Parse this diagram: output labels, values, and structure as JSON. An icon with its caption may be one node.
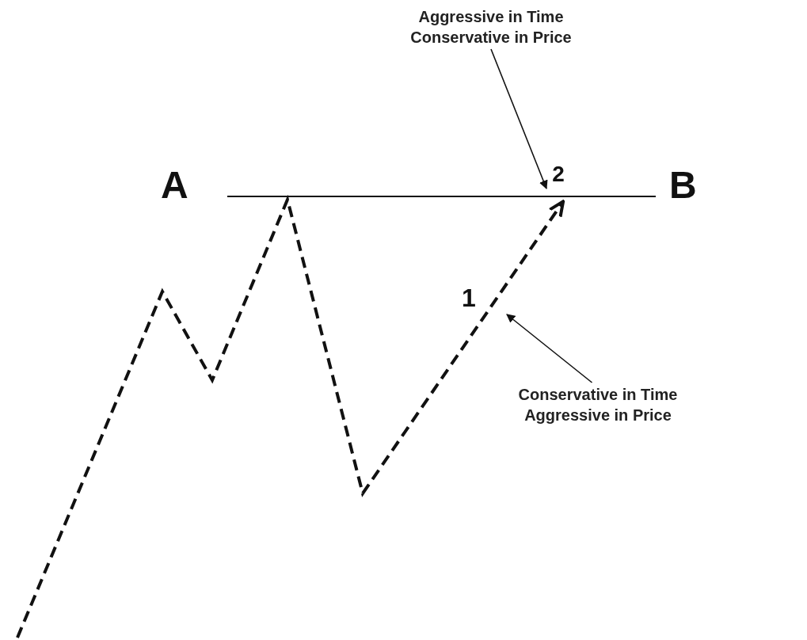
{
  "diagram": {
    "nodes": [
      {
        "text": [
          "Aggressive in Time Conservative in Price"
        ]
      },
      {
        "text": [
          "Conservative in Time Aggressive in Price"
        ]
      },
      {
        "text": [
          "2"
        ]
      }
    ],
    "edges": [
      {
        "from": 0,
        "to": 2,
        "arrow": "to"
      },
      {
        "from": 1,
        "to": null,
        "arrow": "to"
      }
    ],
    "labels": [
      "A",
      "B",
      "1"
    ]
  }
}
